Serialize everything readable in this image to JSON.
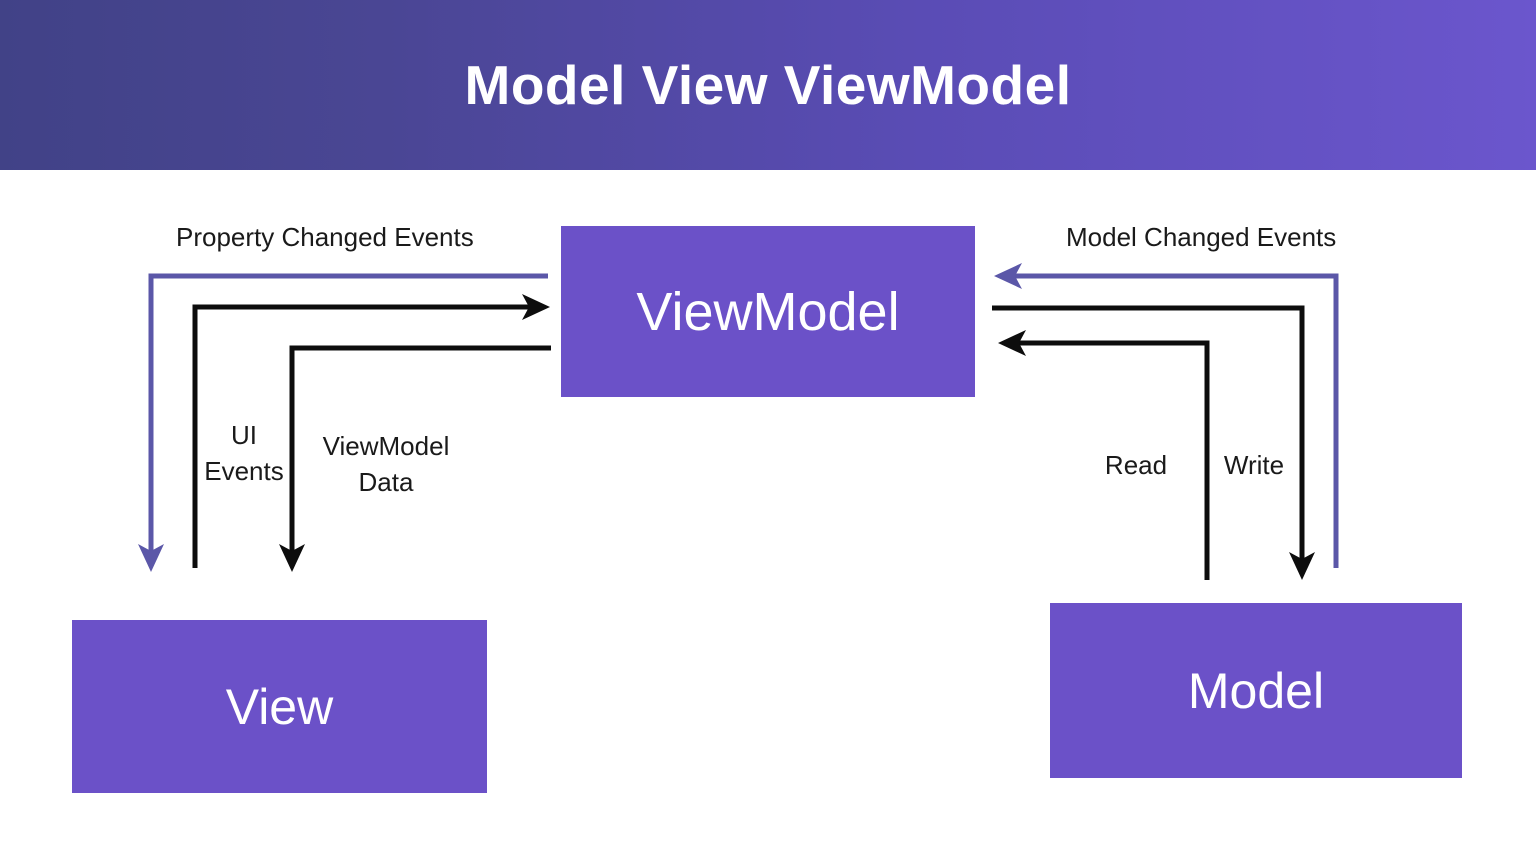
{
  "header": {
    "title": "Model View ViewModel",
    "gradient_from": "#414287",
    "gradient_to": "#6b56cd",
    "text_color": "#ffffff"
  },
  "theme": {
    "box_fill": "#6b51c8",
    "box_text": "#ffffff",
    "arrow_black": "#0d0d0d",
    "arrow_purple": "#5b57a8",
    "background": "#ffffff"
  },
  "nodes": [
    {
      "id": "viewmodel",
      "label": "ViewModel"
    },
    {
      "id": "view",
      "label": "View"
    },
    {
      "id": "model",
      "label": "Model"
    }
  ],
  "edges": [
    {
      "id": "property-changed-events",
      "label": "Property Changed Events",
      "from": "viewmodel",
      "to": "view",
      "color": "#5b57a8",
      "side": "left"
    },
    {
      "id": "ui-events",
      "label": "UI\nEvents",
      "from": "view",
      "to": "viewmodel",
      "color": "#0d0d0d",
      "side": "left"
    },
    {
      "id": "viewmodel-data",
      "label": "ViewModel\nData",
      "from": "viewmodel",
      "to": "view",
      "color": "#0d0d0d",
      "side": "left"
    },
    {
      "id": "model-changed-events",
      "label": "Model Changed Events",
      "from": "model",
      "to": "viewmodel",
      "color": "#5b57a8",
      "side": "right"
    },
    {
      "id": "read",
      "label": "Read",
      "from": "model",
      "to": "viewmodel",
      "color": "#0d0d0d",
      "side": "right"
    },
    {
      "id": "write",
      "label": "Write",
      "from": "viewmodel",
      "to": "model",
      "color": "#0d0d0d",
      "side": "right"
    }
  ]
}
